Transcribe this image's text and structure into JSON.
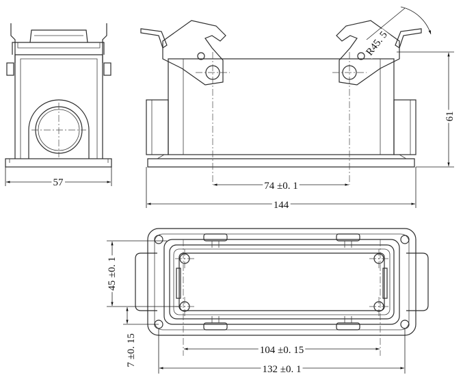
{
  "dimensions": {
    "width_side": "57",
    "pin_spacing": "74 ±0. 1",
    "overall_length": "144",
    "height": "61",
    "radius": "R45. 5",
    "inner_width": "45 ±0. 1",
    "edge_offset": "7 ±0. 15",
    "inner_length": "104 ±0. 15",
    "base_length": "132 ±0. 1"
  },
  "colors": {
    "line": "#2b2b2b",
    "background": "#ffffff"
  }
}
